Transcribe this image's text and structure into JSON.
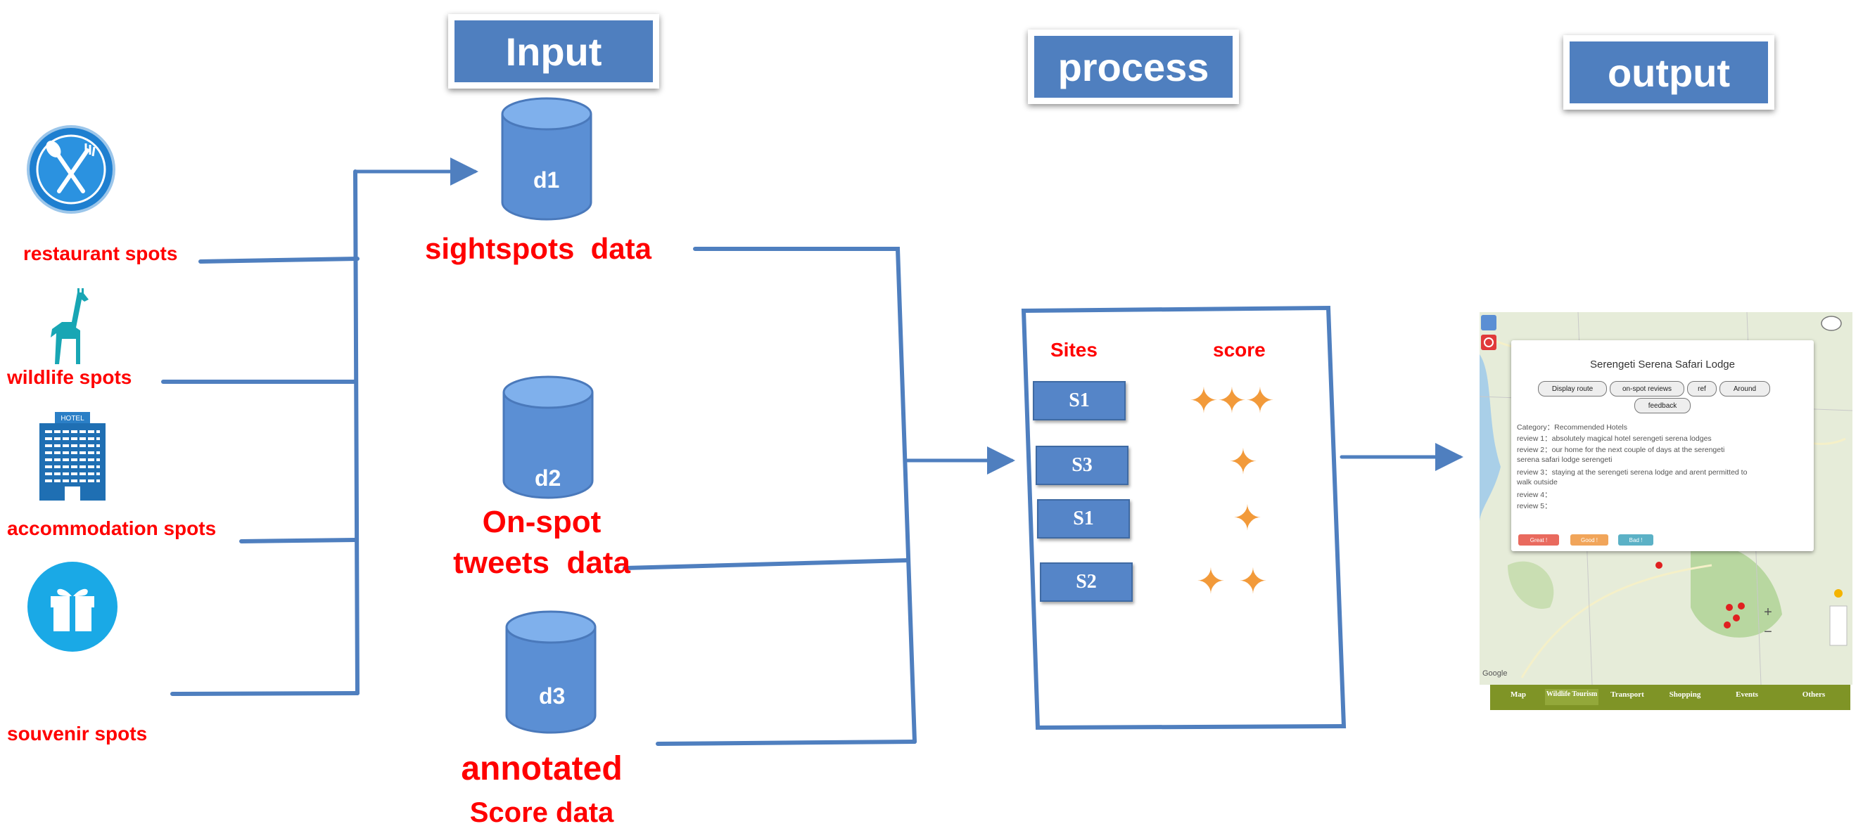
{
  "headers": {
    "input": "Input",
    "process": "process",
    "output": "output"
  },
  "categories": {
    "restaurant": "restaurant spots",
    "wildlife": "wildlife spots",
    "accommodation": "accommodation spots",
    "souvenir": "souvenir spots"
  },
  "hotel_sign": "HOTEL",
  "databases": {
    "d1": {
      "name": "d1",
      "label": "sightspots  data"
    },
    "d2": {
      "name": "d2",
      "label_line1": "On-spot",
      "label_line2": "tweets  data"
    },
    "d3": {
      "name": "d3",
      "label_line1": "annotated",
      "label_line2": "Score data"
    }
  },
  "process_table": {
    "col_sites": "Sites",
    "col_score": "score",
    "rows": [
      {
        "site": "S1",
        "stars": 3
      },
      {
        "site": "S3",
        "stars": 1
      },
      {
        "site": "S1",
        "stars": 1
      },
      {
        "site": "S2",
        "stars": 2
      }
    ]
  },
  "output_panel": {
    "popup_title": "Serengeti Serena Safari Lodge",
    "buttons": [
      "Display route",
      "on-spot reviews",
      "ref",
      "Around",
      "feedback"
    ],
    "lines": [
      "Category：Recommended Hotels",
      "review 1：absolutely magical hotel serengeti serena lodges",
      "review 2：our home for the next couple of days at the serengeti",
      "serena safari lodge serengeti",
      "review 3：staying at the serengeti serena lodge and arent permitted to",
      "walk outside",
      "review 4：",
      "review 5："
    ],
    "rating_buttons": [
      "Great !",
      "Good !",
      "Bad !"
    ],
    "map_brand": "Google",
    "map_controls": {
      "zoom_in": "+",
      "zoom_out": "−"
    },
    "nav": [
      "Map",
      "Wildlife Tourism",
      "Transport",
      "Shopping",
      "Events",
      "Others"
    ]
  },
  "colors": {
    "label_red": "#ff0000",
    "arrow_blue": "#4f7fbf",
    "db_blue": "#5b8fd4",
    "star_orange": "#f29a3a",
    "nav_green": "#7f9426"
  }
}
